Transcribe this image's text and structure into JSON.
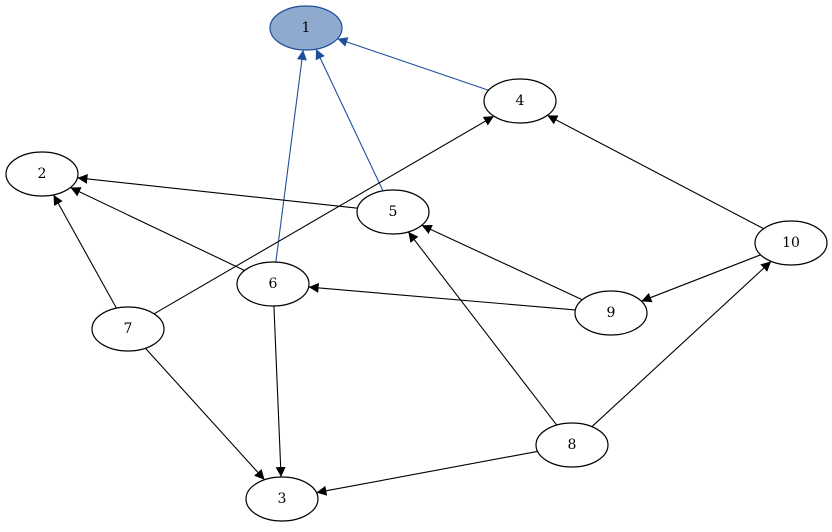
{
  "colors": {
    "default_stroke": "#000000",
    "default_fill": "#ffffff",
    "highlight_fill": "#8fa9cf",
    "highlight_stroke": "#1f4f9a",
    "highlight_edge": "#1f4f9a"
  },
  "nodes": [
    {
      "id": "1",
      "label": "1",
      "highlight": true
    },
    {
      "id": "2",
      "label": "2"
    },
    {
      "id": "3",
      "label": "3"
    },
    {
      "id": "4",
      "label": "4"
    },
    {
      "id": "5",
      "label": "5"
    },
    {
      "id": "6",
      "label": "6"
    },
    {
      "id": "7",
      "label": "7"
    },
    {
      "id": "8",
      "label": "8"
    },
    {
      "id": "9",
      "label": "9"
    },
    {
      "id": "10",
      "label": "10"
    }
  ],
  "edges": [
    {
      "from": "4",
      "to": "1",
      "highlight": true
    },
    {
      "from": "5",
      "to": "1",
      "highlight": true
    },
    {
      "from": "6",
      "to": "1",
      "highlight": true
    },
    {
      "from": "5",
      "to": "2"
    },
    {
      "from": "6",
      "to": "2"
    },
    {
      "from": "7",
      "to": "2"
    },
    {
      "from": "7",
      "to": "4"
    },
    {
      "from": "10",
      "to": "4"
    },
    {
      "from": "9",
      "to": "5"
    },
    {
      "from": "8",
      "to": "5"
    },
    {
      "from": "9",
      "to": "6"
    },
    {
      "from": "6",
      "to": "3"
    },
    {
      "from": "7",
      "to": "3"
    },
    {
      "from": "8",
      "to": "3"
    },
    {
      "from": "10",
      "to": "9"
    },
    {
      "from": "8",
      "to": "10"
    }
  ]
}
